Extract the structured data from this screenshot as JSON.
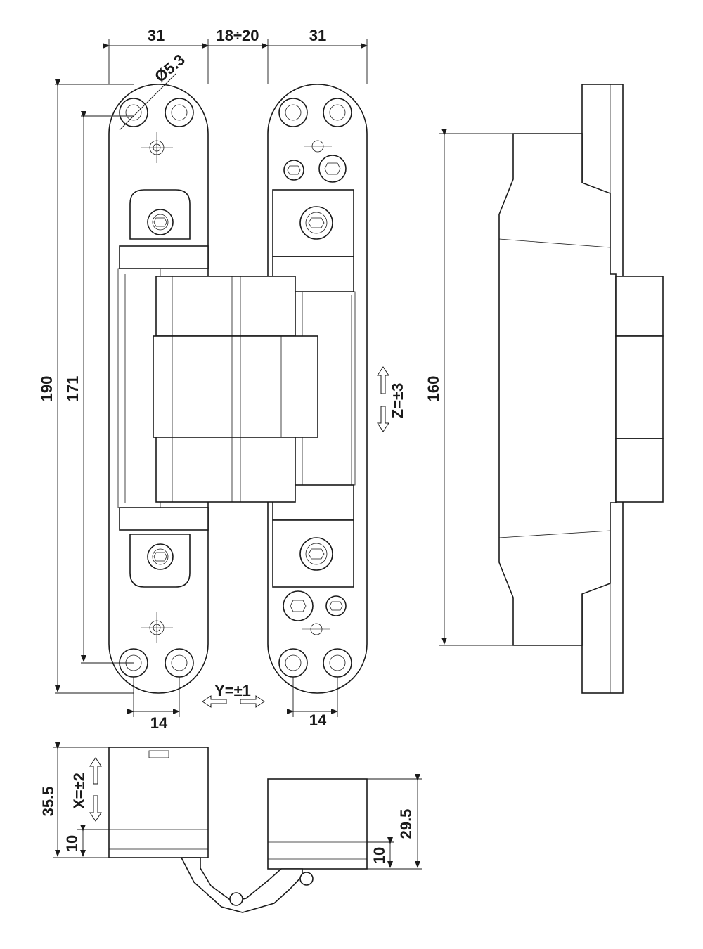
{
  "dimensions": {
    "top_left_width": "31",
    "top_gap": "18÷20",
    "top_right_width": "31",
    "hole_diameter": "Ø5.3",
    "overall_height": "190",
    "hole_pitch_height": "171",
    "side_height": "160",
    "bottom_left_hole_spacing": "14",
    "bottom_right_hole_spacing": "14",
    "section_left_height": "35.5",
    "section_left_base": "10",
    "section_right_height": "29.5",
    "section_right_base": "10"
  },
  "adjustments": {
    "y": "Y=±1",
    "z": "Z=±3",
    "x": "X=±2"
  }
}
